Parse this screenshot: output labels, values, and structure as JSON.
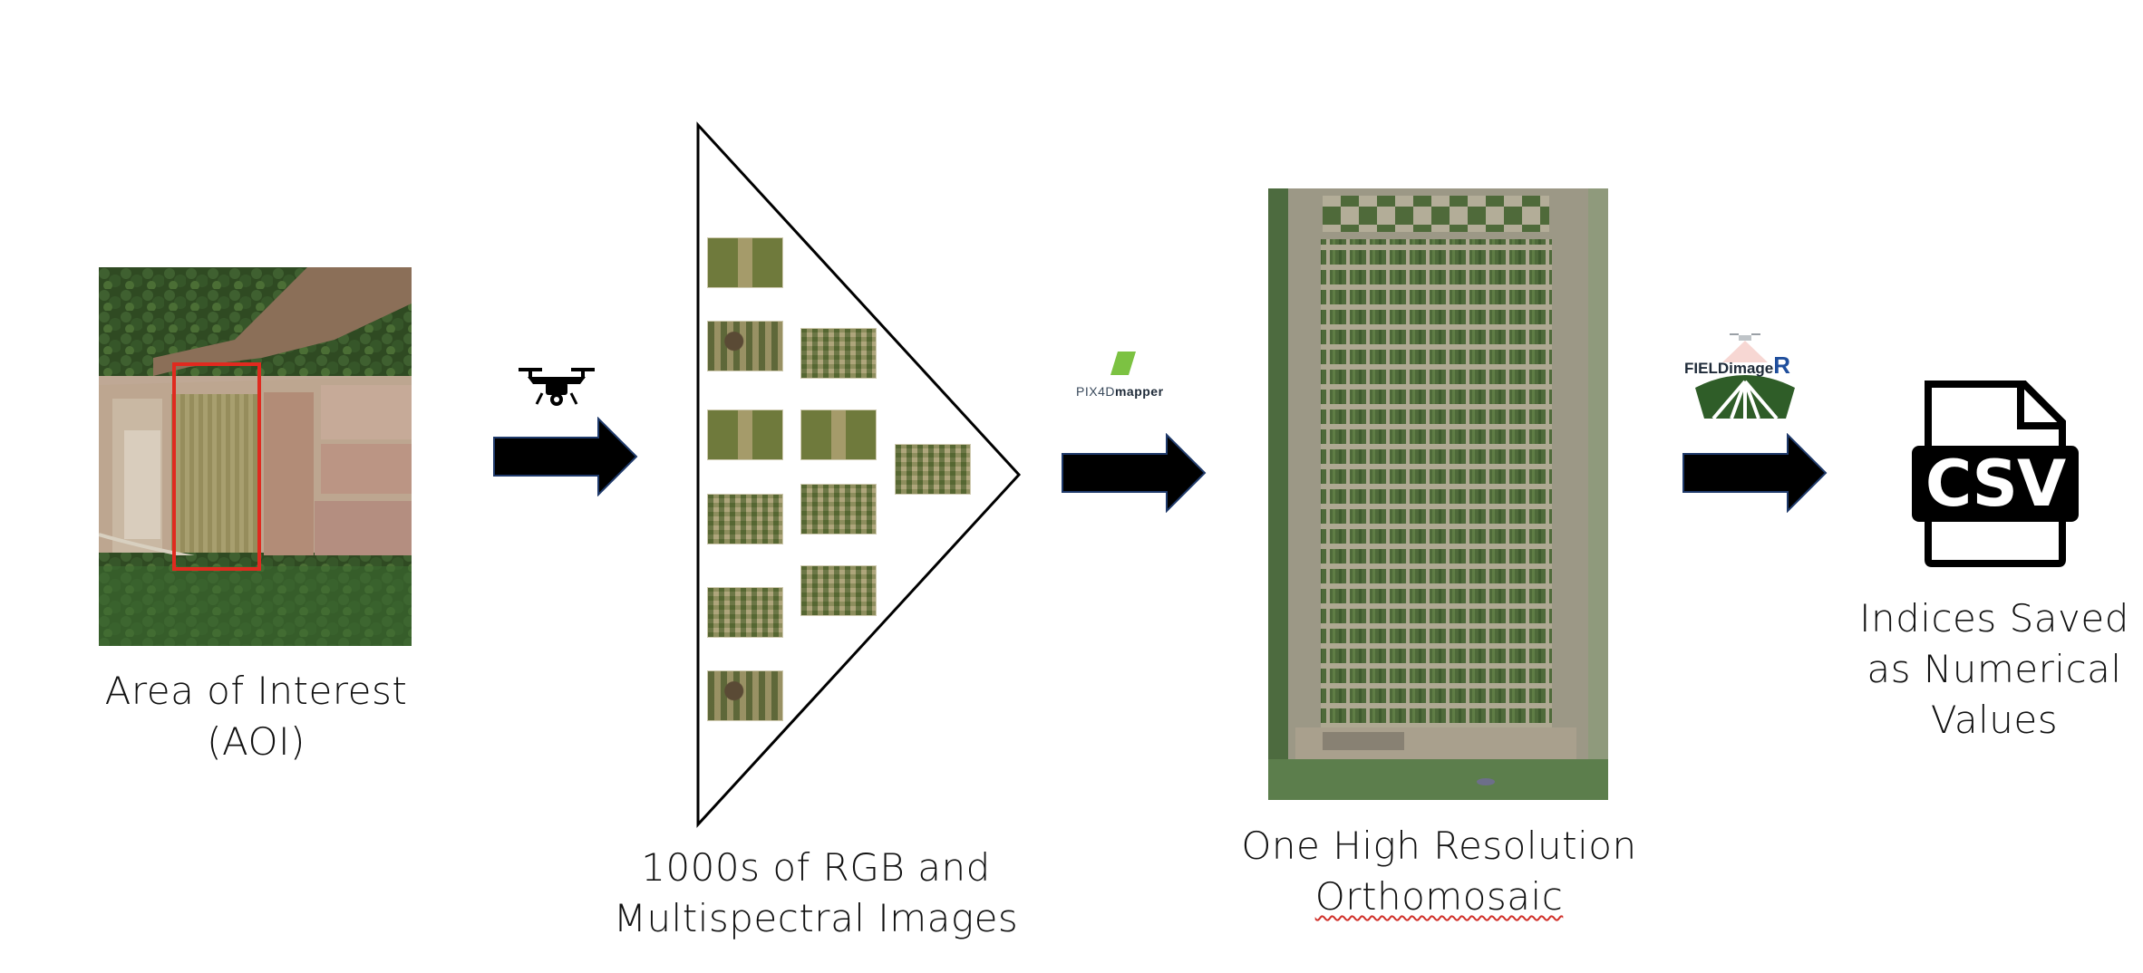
{
  "steps": {
    "aoi_caption": [
      "Area of Interest",
      "(AOI)"
    ],
    "images_caption": [
      "1000s of RGB and",
      "Multispectral Images"
    ],
    "ortho_caption": [
      "One High Resolution",
      "Orthomosaic"
    ],
    "csv_caption": [
      "Indices Saved",
      "as Numerical",
      "Values"
    ]
  },
  "logos": {
    "pix4d_prefix": "PIX4D",
    "pix4d_suffix": "mapper",
    "fieldimager_main": "FIELDimage",
    "fieldimager_r": "R",
    "csv_label": "CSV"
  },
  "icons": {
    "drone": "drone-icon",
    "arrow": "arrow-right-icon",
    "file": "csv-file-icon"
  },
  "colors": {
    "arrow_fill": "#000000",
    "arrow_outline": "#1f3a6b",
    "aoi_box": "#e02a1f",
    "pix4d_green": "#7cc242",
    "fieldimager_blue": "#1f4e9c",
    "fieldimager_green": "#2f5d28"
  }
}
